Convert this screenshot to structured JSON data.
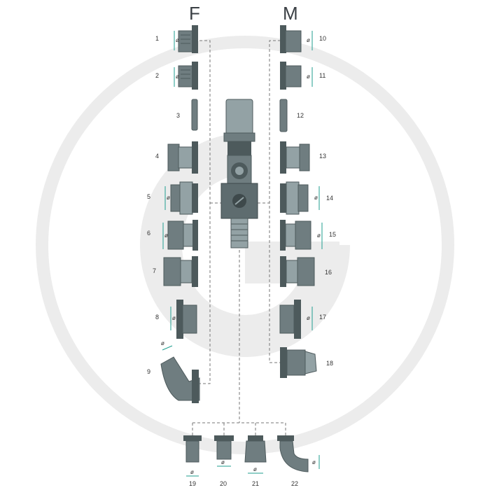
{
  "headers": {
    "female": "F",
    "male": "M"
  },
  "diameter_symbol": "ø",
  "colors": {
    "part_dark": "#4d5a5c",
    "part_mid": "#6f7d80",
    "part_light": "#93a2a5",
    "dim_line": "#1f9e8f",
    "connector": "#777777",
    "watermark": "#ececec"
  },
  "watermark_icon": "brand-logo-watermark",
  "parts": {
    "p1": "1",
    "p2": "2",
    "p3": "3",
    "p4": "4",
    "p5": "5",
    "p6": "6",
    "p7": "7",
    "p8": "8",
    "p9": "9",
    "p10": "10",
    "p11": "11",
    "p12": "12",
    "p13": "13",
    "p14": "14",
    "p15": "15",
    "p16": "16",
    "p17": "17",
    "p18": "18",
    "p19": "19",
    "p20": "20",
    "p21": "21",
    "p22": "22"
  }
}
